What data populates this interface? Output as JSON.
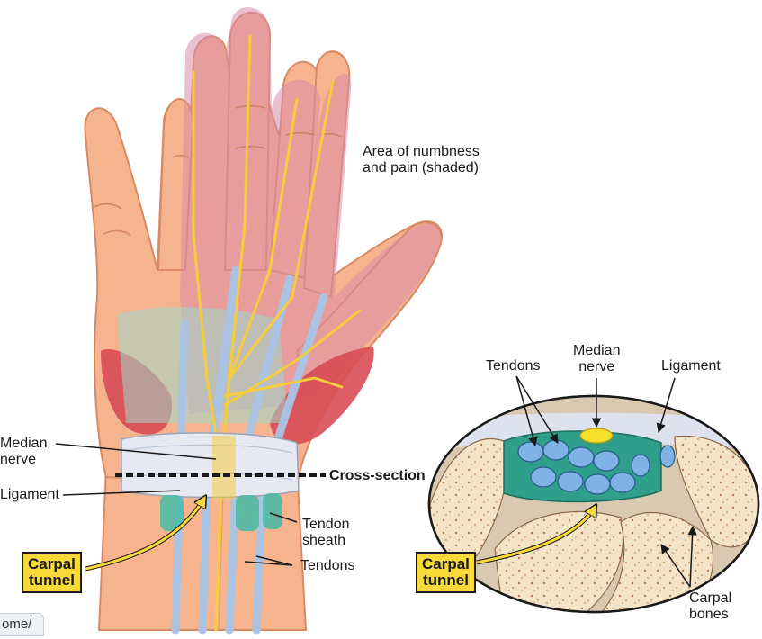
{
  "labels": {
    "numbness": "Area of numbness\nand pain (shaded)",
    "median_nerve_left": "Median\nnerve",
    "ligament_left": "Ligament",
    "cross_section": "Cross-section",
    "tendon_sheath": "Tendon\nsheath",
    "tendons_left": "Tendons",
    "carpal_tunnel_left": "Carpal\ntunnel",
    "tendons_right": "Tendons",
    "median_nerve_right": "Median\nnerve",
    "ligament_right": "Ligament",
    "carpal_tunnel_right": "Carpal\ntunnel",
    "carpal_bones": "Carpal\nbones"
  },
  "url_fragment": "ome/",
  "colors": {
    "skin": "#f5b38e",
    "skin_outline": "#d98a63",
    "shaded_area": "#d98aa8",
    "muscle": "#d84b55",
    "nerve": "#f6cc3f",
    "tendon": "#a9c4e6",
    "sheath": "#46bba6",
    "bone": "#f3e3c7",
    "callout": "#f7d93a"
  }
}
